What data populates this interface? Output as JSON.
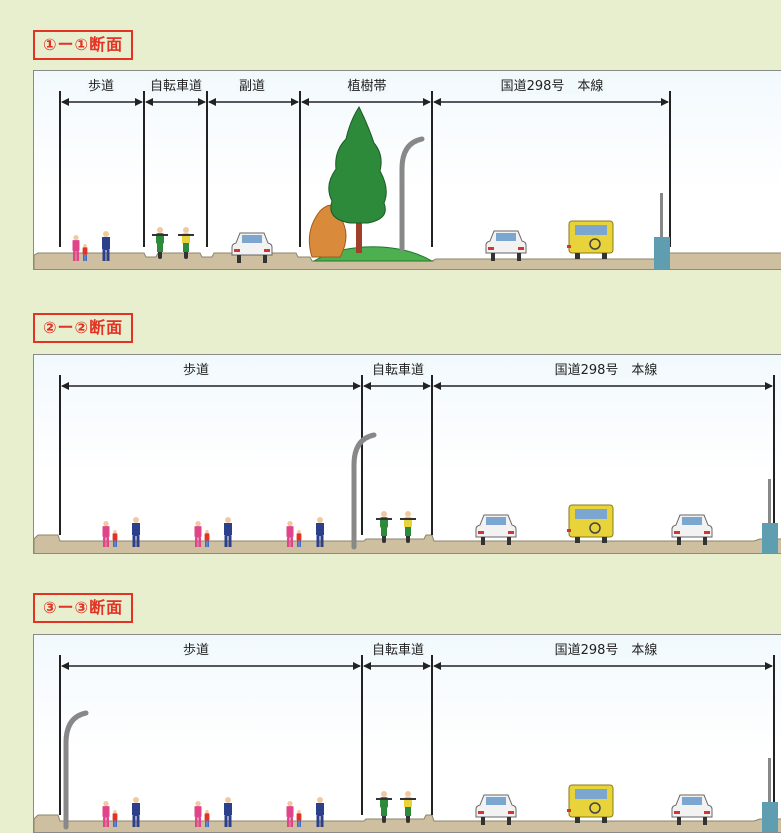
{
  "sections": [
    {
      "title": "①ー①断面",
      "labels": [
        "歩道",
        "自転車道",
        "副道",
        "植樹帯",
        "国道298号　本線"
      ]
    },
    {
      "title": "②ー②断面",
      "labels": [
        "歩道",
        "自転車道",
        "国道298号　本線"
      ]
    },
    {
      "title": "③ー③断面",
      "labels": [
        "歩道",
        "自転車道",
        "国道298号　本線"
      ]
    }
  ],
  "colors": {
    "background": "#e7efcf",
    "title_red": "#e23325",
    "ground": "#cdbf9f",
    "tree_green": "#2c8a3a",
    "planting_strip": "#4cb050",
    "barrier": "#5f9eb0",
    "car_yellow": "#e8d43a"
  },
  "icons": [
    "pedestrian-icon",
    "cyclist-icon",
    "car-icon",
    "jeep-icon",
    "tree-icon",
    "bush-icon",
    "street-lamp-icon",
    "barrier-icon"
  ]
}
